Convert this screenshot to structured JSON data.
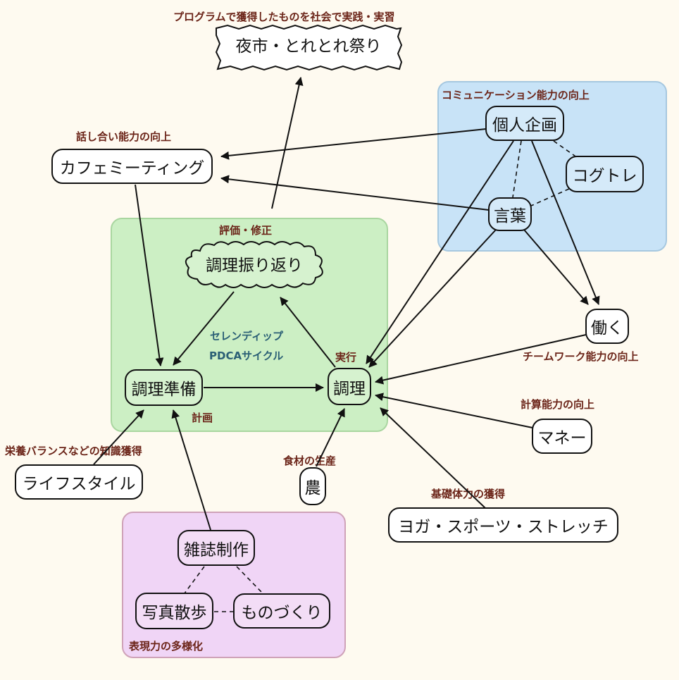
{
  "diagram": {
    "groups": {
      "communication": "コミュニケーション能力の向上",
      "pdca": "評価・修正",
      "expression": "表現力の多様化"
    },
    "nodes": {
      "night_market": "夜市・とれとれ祭り",
      "cafe_meeting": "カフェミーティング",
      "personal_project": "個人企画",
      "cogtre": "コグトレ",
      "kotoba": "言葉",
      "review": "調理振り返り",
      "prep": "調理準備",
      "cooking": "調理",
      "work": "働く",
      "money": "マネー",
      "lifestyle": "ライフスタイル",
      "farming": "農",
      "yoga": "ヨガ・スポーツ・ストレッチ",
      "magazine": "雑誌制作",
      "photo_walk": "写真散歩",
      "crafting": "ものづくり"
    },
    "labels": {
      "practice": "プログラムで獲得したものを社会で実践・実習",
      "talk": "話し合い能力の向上",
      "serendip": "セレンディップ",
      "pdca_cycle": "PDCAサイクル",
      "do": "実行",
      "plan": "計画",
      "teamwork": "チームワーク能力の向上",
      "calc": "計算能力の向上",
      "knowledge": "栄養バランスなどの知識獲得",
      "food_prod": "食材の生産",
      "physical": "基礎体力の獲得"
    },
    "colors": {
      "communication_fill": "#c8e3f7",
      "pdca_fill": "#ccefc4",
      "expression_fill": "#f0d5f6",
      "label_text": "#6b2418",
      "cycle_text": "#2a5f75"
    }
  }
}
